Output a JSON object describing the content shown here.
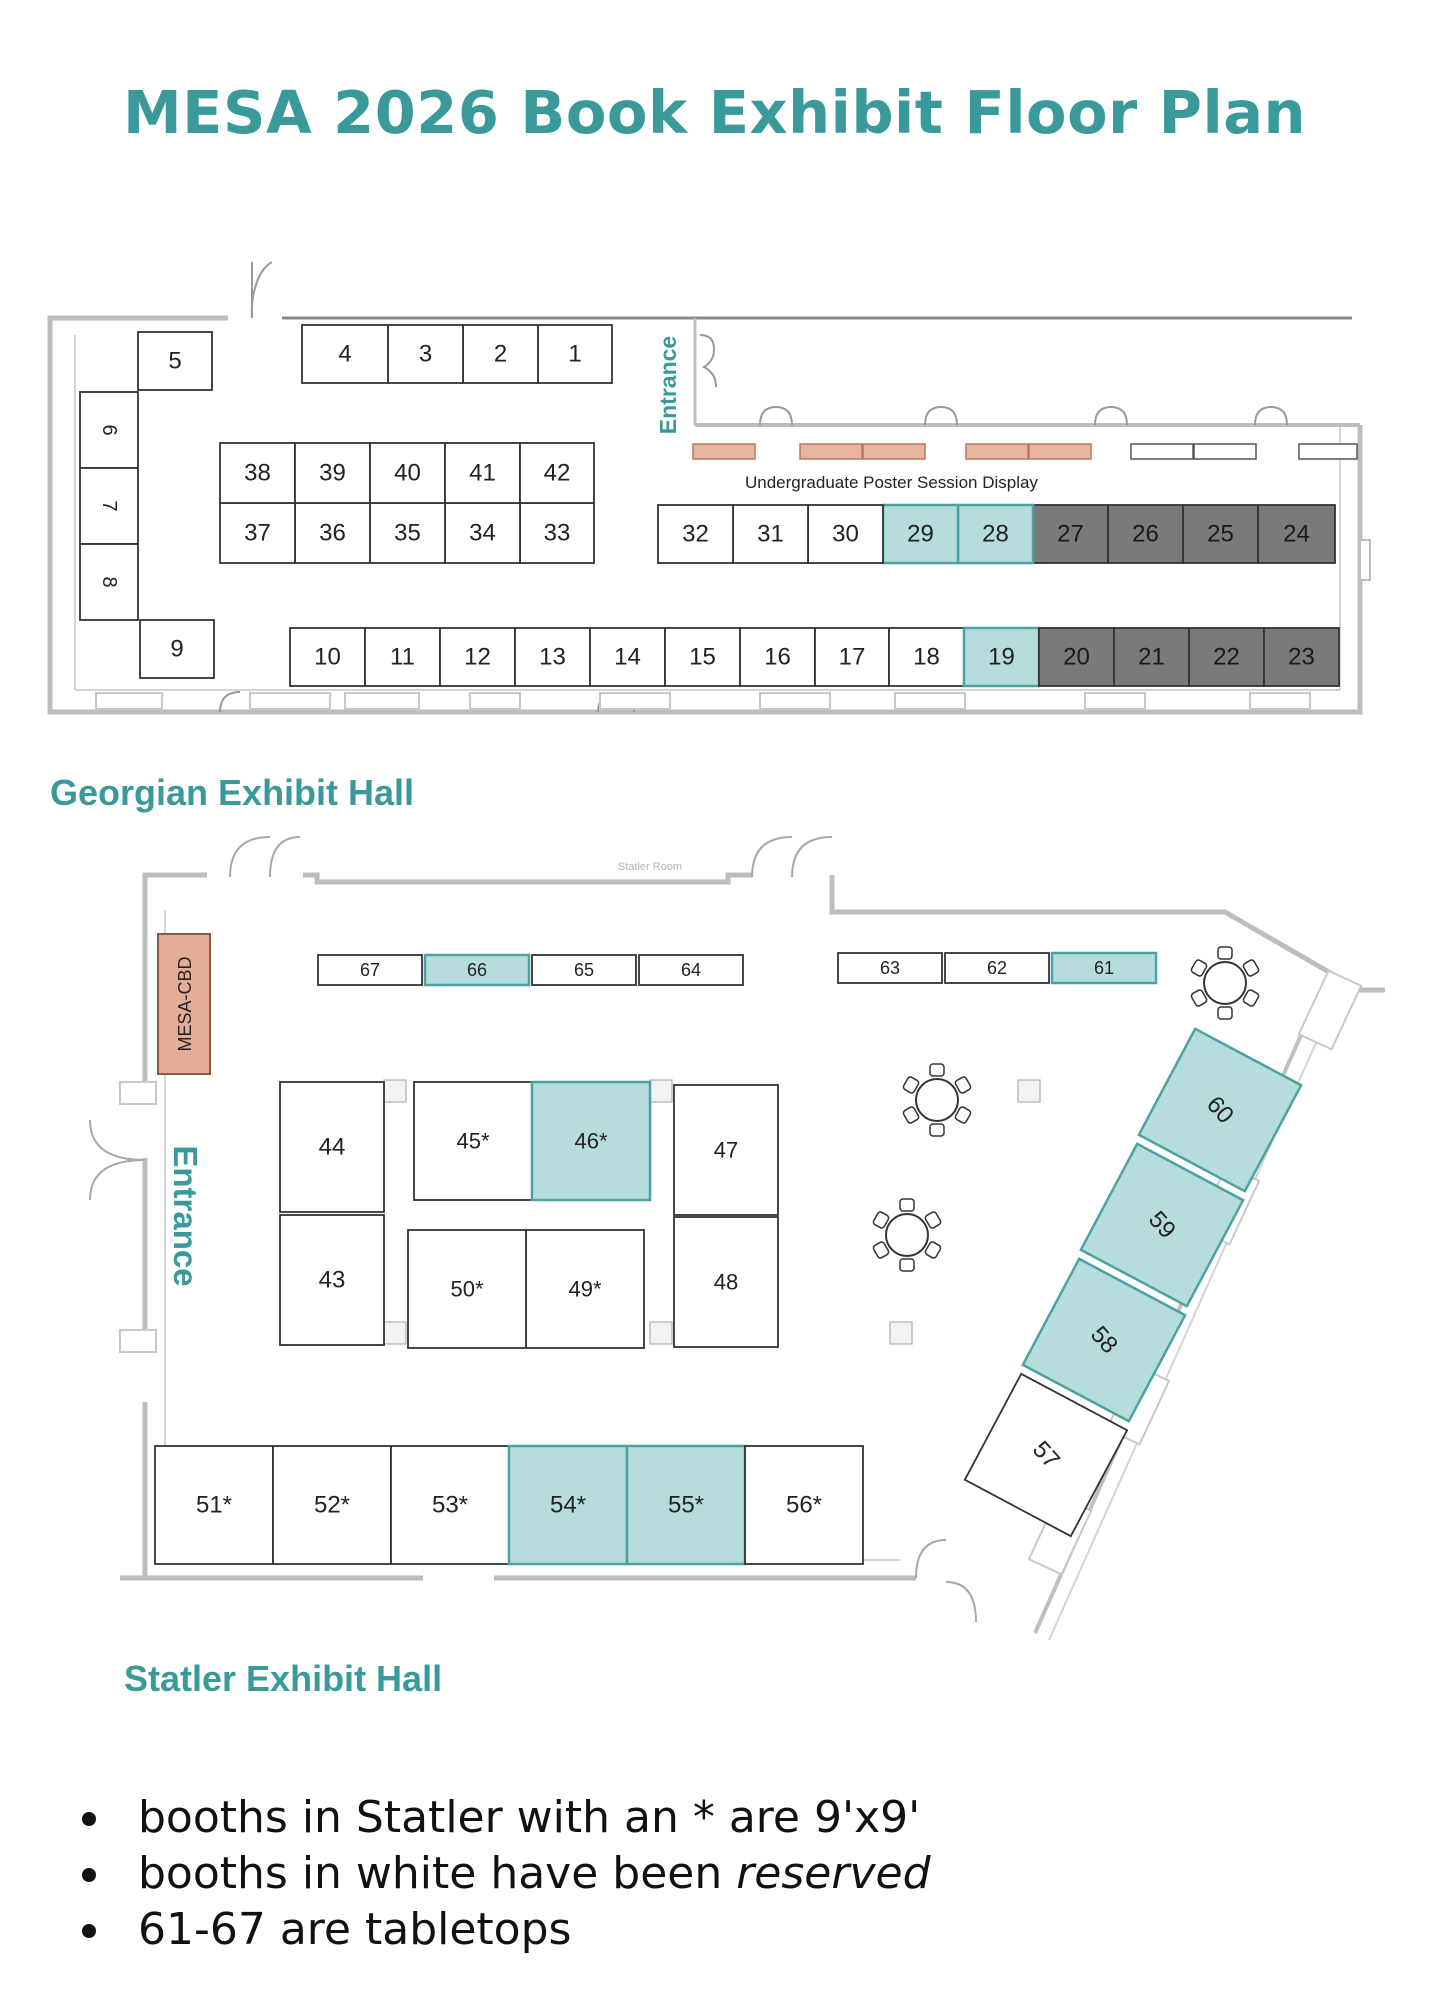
{
  "title": "MESA 2026 Book Exhibit Floor Plan",
  "colors": {
    "title_teal": "#3a9a9a",
    "reserved": "#ffffff",
    "available": "#b6dcdc",
    "unavailable": "#7a7a7a",
    "poster_display": "#e8b49e",
    "mesa_cbd": "#e3ad97"
  },
  "georgian": {
    "hall_label": "Georgian Exhibit Hall",
    "entrance_label": "Entrance",
    "poster_label": "Undergraduate Poster Session Display",
    "booths": [
      {
        "num": "1",
        "status": "reserved"
      },
      {
        "num": "2",
        "status": "reserved"
      },
      {
        "num": "3",
        "status": "reserved"
      },
      {
        "num": "4",
        "status": "reserved"
      },
      {
        "num": "5",
        "status": "reserved"
      },
      {
        "num": "6",
        "status": "reserved"
      },
      {
        "num": "7",
        "status": "reserved"
      },
      {
        "num": "8",
        "status": "reserved"
      },
      {
        "num": "9",
        "status": "reserved"
      },
      {
        "num": "10",
        "status": "reserved"
      },
      {
        "num": "11",
        "status": "reserved"
      },
      {
        "num": "12",
        "status": "reserved"
      },
      {
        "num": "13",
        "status": "reserved"
      },
      {
        "num": "14",
        "status": "reserved"
      },
      {
        "num": "15",
        "status": "reserved"
      },
      {
        "num": "16",
        "status": "reserved"
      },
      {
        "num": "17",
        "status": "reserved"
      },
      {
        "num": "18",
        "status": "reserved"
      },
      {
        "num": "19",
        "status": "available"
      },
      {
        "num": "20",
        "status": "unavailable"
      },
      {
        "num": "21",
        "status": "unavailable"
      },
      {
        "num": "22",
        "status": "unavailable"
      },
      {
        "num": "23",
        "status": "unavailable"
      },
      {
        "num": "24",
        "status": "unavailable"
      },
      {
        "num": "25",
        "status": "unavailable"
      },
      {
        "num": "26",
        "status": "unavailable"
      },
      {
        "num": "27",
        "status": "unavailable"
      },
      {
        "num": "28",
        "status": "available"
      },
      {
        "num": "29",
        "status": "available"
      },
      {
        "num": "30",
        "status": "reserved"
      },
      {
        "num": "31",
        "status": "reserved"
      },
      {
        "num": "32",
        "status": "reserved"
      },
      {
        "num": "33",
        "status": "reserved"
      },
      {
        "num": "34",
        "status": "reserved"
      },
      {
        "num": "35",
        "status": "reserved"
      },
      {
        "num": "36",
        "status": "reserved"
      },
      {
        "num": "37",
        "status": "reserved"
      },
      {
        "num": "38",
        "status": "reserved"
      },
      {
        "num": "39",
        "status": "reserved"
      },
      {
        "num": "40",
        "status": "reserved"
      },
      {
        "num": "41",
        "status": "reserved"
      },
      {
        "num": "42",
        "status": "reserved"
      }
    ]
  },
  "statler": {
    "hall_label": "Statler Exhibit Hall",
    "entrance_label": "Entrance",
    "room_label": "Statler Room",
    "mesa_cbd_label": "MESA-CBD",
    "booths": [
      {
        "num": "43",
        "status": "reserved"
      },
      {
        "num": "44",
        "status": "reserved"
      },
      {
        "num": "45*",
        "status": "reserved"
      },
      {
        "num": "46*",
        "status": "available"
      },
      {
        "num": "47",
        "status": "reserved"
      },
      {
        "num": "48",
        "status": "reserved"
      },
      {
        "num": "49*",
        "status": "reserved"
      },
      {
        "num": "50*",
        "status": "reserved"
      },
      {
        "num": "51*",
        "status": "reserved"
      },
      {
        "num": "52*",
        "status": "reserved"
      },
      {
        "num": "53*",
        "status": "reserved"
      },
      {
        "num": "54*",
        "status": "available"
      },
      {
        "num": "55*",
        "status": "available"
      },
      {
        "num": "56*",
        "status": "reserved"
      },
      {
        "num": "57",
        "status": "reserved"
      },
      {
        "num": "58",
        "status": "available"
      },
      {
        "num": "59",
        "status": "available"
      },
      {
        "num": "60",
        "status": "available"
      },
      {
        "num": "61",
        "status": "available"
      },
      {
        "num": "62",
        "status": "reserved"
      },
      {
        "num": "63",
        "status": "reserved"
      },
      {
        "num": "64",
        "status": "reserved"
      },
      {
        "num": "65",
        "status": "reserved"
      },
      {
        "num": "66",
        "status": "available"
      },
      {
        "num": "67",
        "status": "reserved"
      }
    ]
  },
  "notes": {
    "n1": "booths in Statler with an * are 9'x9'",
    "n2_prefix": "booths in white have been ",
    "n2_em": "reserved",
    "n3": "61-67 are tabletops"
  }
}
